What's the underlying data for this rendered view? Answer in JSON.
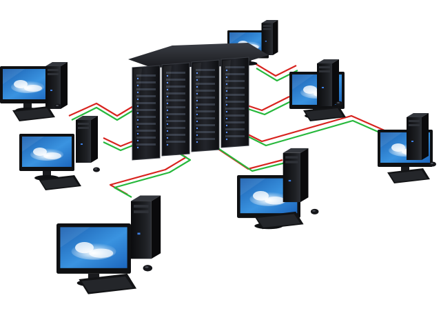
{
  "scene": {
    "colors": {
      "background": "#ffffff",
      "cable_red": "#d8241f",
      "cable_green": "#27b83c",
      "rack_body": "#15161a",
      "rack_edge": "#3a3d44",
      "rack_light": "#6f7d96",
      "screen_sky": "#2f86d6",
      "screen_cloud": "#e9f4ff",
      "device_black": "#121315"
    },
    "rack_units": 4,
    "workstations": [
      {
        "id": "ws-top-left-back"
      },
      {
        "id": "ws-left-top"
      },
      {
        "id": "ws-left-middle"
      },
      {
        "id": "ws-bottom-left"
      },
      {
        "id": "ws-top-right-back"
      },
      {
        "id": "ws-right-upper"
      },
      {
        "id": "ws-bottom-center"
      },
      {
        "id": "ws-far-right"
      }
    ]
  }
}
